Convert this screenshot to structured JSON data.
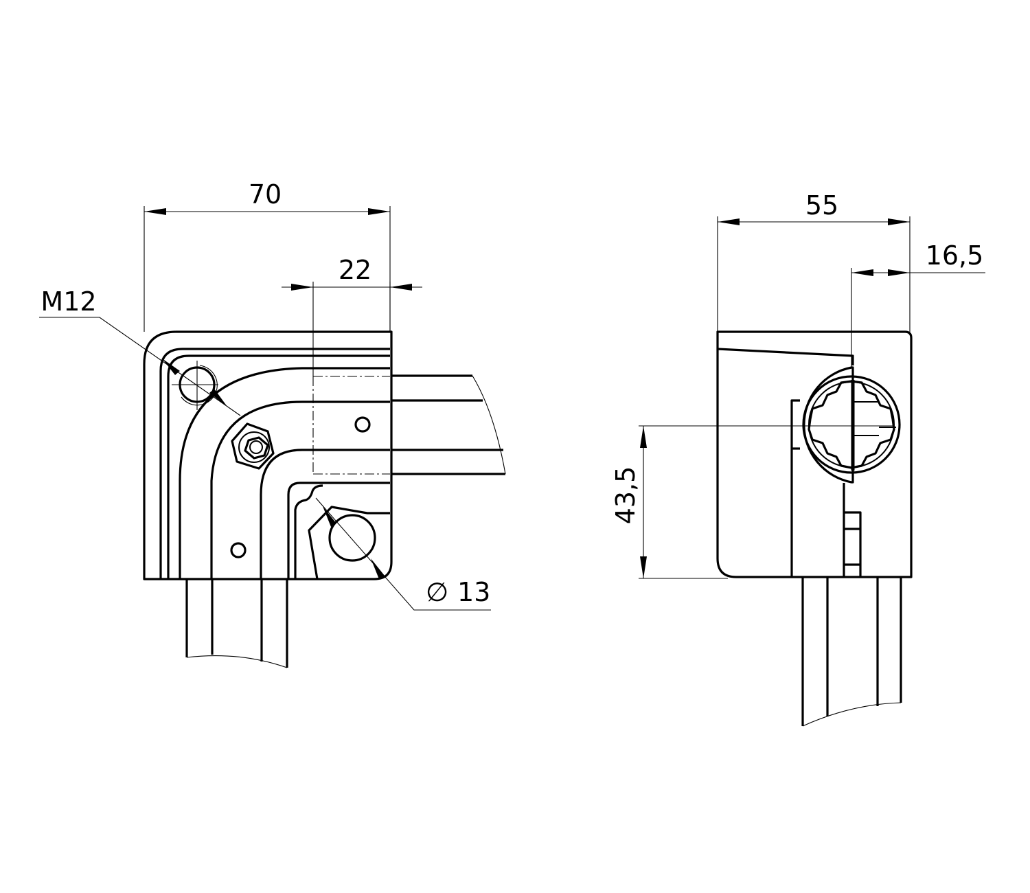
{
  "front_view": {
    "dim_width": "70",
    "dim_offset": "22",
    "thread_label": "M12",
    "hole_diameter_symbol": "∅",
    "hole_diameter": "13"
  },
  "side_view": {
    "dim_depth": "55",
    "dim_offset": "16,5",
    "dim_height": "43,5"
  }
}
